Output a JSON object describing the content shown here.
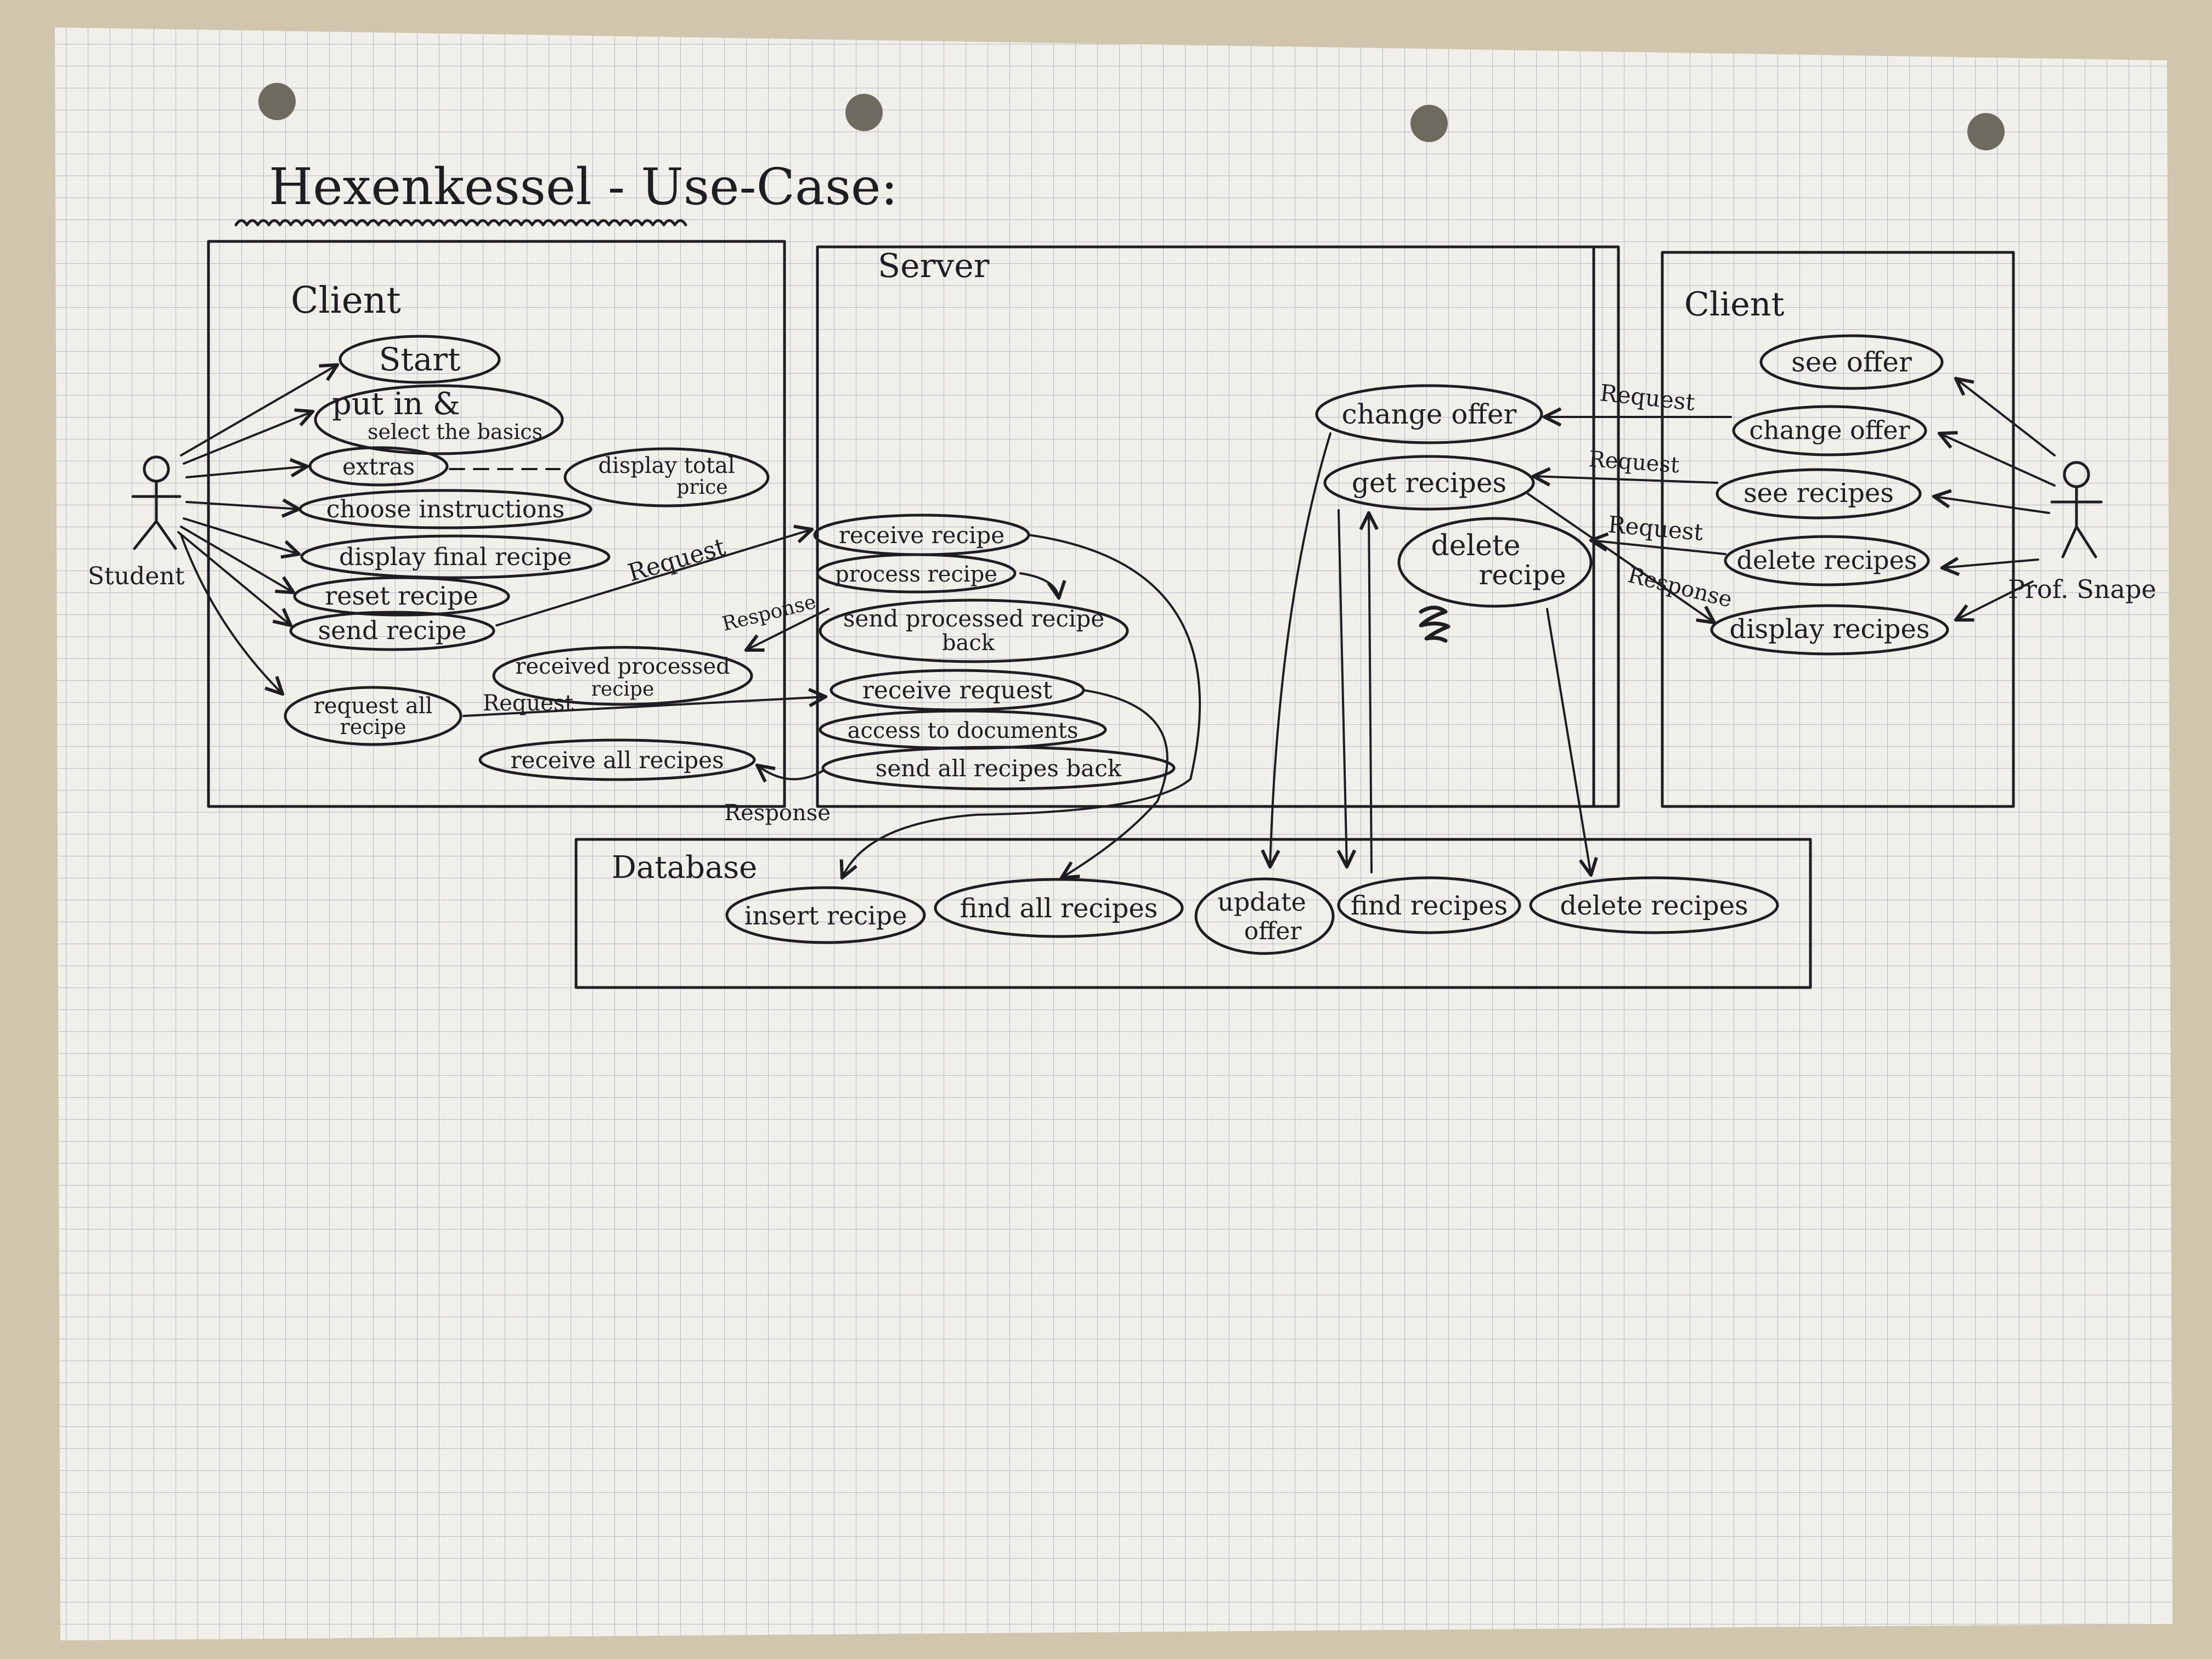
{
  "title": "Hexenkessel - Use-Case:",
  "colors": {
    "ink": "#1e1e22",
    "paper": "#f1efea",
    "grid": "#a9b0bf",
    "background": "#cfc6ad"
  },
  "systems": {
    "client_left": "Client",
    "server": "Server",
    "client_right": "Client",
    "database": "Database"
  },
  "actors": {
    "student": "Student",
    "snape": "Prof. Snape"
  },
  "client_left_cases": {
    "start": "Start",
    "put_in_1": "put in &",
    "put_in_2": "select the basics",
    "extras": "extras",
    "display_total_1": "display total",
    "display_total_2": "price",
    "choose_instructions": "choose instructions",
    "display_final": "display final recipe",
    "reset": "reset recipe",
    "send": "send recipe",
    "received_processed_1": "received processed",
    "received_processed_2": "recipe",
    "request_all_1": "request all",
    "request_all_2": "recipe",
    "receive_all": "receive all recipes"
  },
  "server_left_cases": {
    "receive_recipe": "receive recipe",
    "process_recipe": "process recipe",
    "send_processed_1": "send processed recipe",
    "send_processed_2": "back",
    "receive_request": "receive request",
    "access_documents": "access to documents",
    "send_all_back": "send all recipes back"
  },
  "server_right_cases": {
    "change_offer": "change offer",
    "get_recipes": "get recipes",
    "delete_recipe_1": "delete",
    "delete_recipe_2": "recipe"
  },
  "client_right_cases": {
    "see_offer": "see offer",
    "change_offer": "change offer",
    "see_recipes": "see recipes",
    "delete_recipes": "delete recipes",
    "display_recipes": "display recipes"
  },
  "database_cases": {
    "insert_recipe": "insert recipe",
    "find_all_recipes": "find all recipes",
    "update_offer_1": "update",
    "update_offer_2": "offer",
    "find_recipes": "find recipes",
    "delete_recipes": "delete recipes"
  },
  "arrow_labels": {
    "request_send": "Request",
    "response_processed": "Response",
    "request_all": "Request",
    "response_all": "Response",
    "request_change": "Request",
    "request_see": "Request",
    "request_delete": "Request",
    "response_display": "Response"
  }
}
